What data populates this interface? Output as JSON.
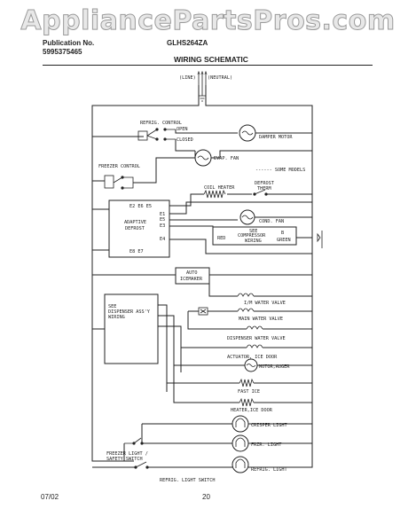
{
  "watermark": "AppliancePartsPros.com",
  "header": {
    "pub_label": "Publication No.",
    "pub_number": "5995375465",
    "model": "GLHS264ZA",
    "title": "WIRING SCHEMATIC"
  },
  "footer": {
    "date": "07/02",
    "page": "20"
  },
  "schematic": {
    "line": "(LINE)",
    "neutral": "(NEUTRAL)",
    "refrig_control": "REFRIG. CONTROL",
    "open": "OPEN",
    "closed": "CLOSED",
    "damper_motor": "DAMPER MOTOR",
    "evap_fan": "EVAP. FAN",
    "freezer_control": "FREEZER CONTROL",
    "some_models": "------ SOME MODELS",
    "coil_heater": "COIL HEATER",
    "defrost_therm_1": "DEFROST",
    "defrost_therm_2": "THERM",
    "adaptive_1": "ADAPTIVE",
    "adaptive_2": "DEFROST",
    "e_top": "E2 E6 E5",
    "e1": "E1",
    "e5": "E5",
    "e3": "E3",
    "e4": "E4",
    "e_bottom": "E8 E7",
    "cond_fan": "COND. FAN",
    "see_comp_1": "SEE",
    "see_comp_2": "COMPRESSOR",
    "see_comp_3": "WIRING",
    "red": "RED",
    "b": "B",
    "green": "GREEN",
    "auto_1": "AUTO",
    "auto_2": "ICEMAKER",
    "dispenser_1": "SEE",
    "dispenser_2": "DISPENSER ASS'Y",
    "dispenser_3": "WIRING",
    "im_water_valve": "I/M WATER VALVE",
    "main_water_valve": "MAIN WATER VALVE",
    "dispenser_water_valve": "DISPENSER WATER VALVE",
    "actuator": "ACTUATOR, ICE DOOR",
    "motor_auger": "MOTOR,AUGER",
    "fast_ice": "FAST ICE",
    "heater": "HEATER,ICE DOOR",
    "crisper": "CRISPER LIGHT",
    "frzr_light": "FRZR. LIGHT",
    "freezer_switch_1": "FREEZER LIGHT /",
    "freezer_switch_2": "SAFETY SWITCH",
    "refrig_light": "REFRIG. LIGHT",
    "refrig_switch": "REFRIG. LIGHT SWITCH"
  }
}
